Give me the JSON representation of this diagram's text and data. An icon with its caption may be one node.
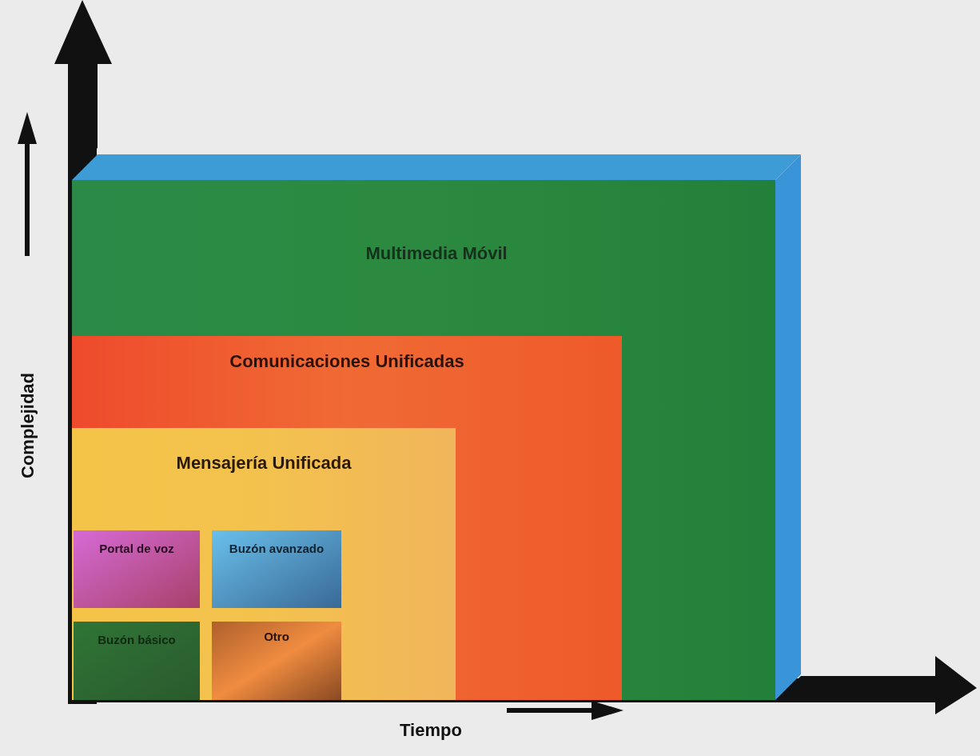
{
  "diagram": {
    "nodes": [
      {
        "text": [
          "Multimedia Móvil"
        ]
      },
      {
        "text": [
          "Comunicaciones Unificadas"
        ],
        "in": 0
      },
      {
        "text": [
          "Mensajería Unificada"
        ],
        "in": 1
      },
      {
        "text": [
          "Portal de voz"
        ],
        "in": 2
      },
      {
        "text": [
          "Buzón avanzado"
        ],
        "in": 2
      },
      {
        "text": [
          "Buzón básico"
        ],
        "in": 2
      },
      {
        "text": [
          "Otro"
        ],
        "in": 2
      }
    ],
    "labels": [
      "Complejidad",
      "Tiempo"
    ]
  }
}
